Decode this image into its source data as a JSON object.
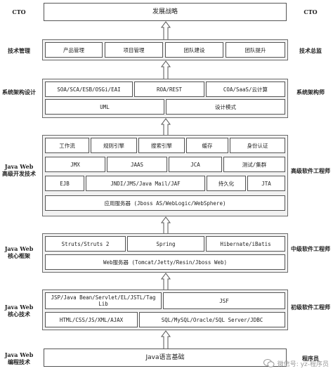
{
  "labels_left": {
    "cto": "CTO",
    "tech_mgmt": "技术管理",
    "sys_arch": "系统架构设计",
    "java_adv": "Java Web 高级开发技术",
    "java_core_fw": "Java Web 核心框架",
    "java_core_tech": "Java Web 核心技术",
    "java_prog": "Java Web 编程技术"
  },
  "labels_right": {
    "cto": "CTO",
    "tech_director": "技术总监",
    "architect": "系统架构师",
    "senior_eng": "高级软件工程师",
    "mid_eng": "中级软件工程师",
    "junior_eng": "初级软件工程师",
    "programmer": "程序员"
  },
  "levels": {
    "strategy": "发展战略",
    "management": [
      "产品管理",
      "项目管理",
      "团队建设",
      "团队提升"
    ],
    "architecture_row1": [
      "SOA/SCA/ESB/OSGi/EAI",
      "ROA/REST",
      "COA/SaaS/云计算"
    ],
    "architecture_row2": [
      "UML",
      "设计模式"
    ],
    "advanced_row1": [
      "工作流",
      "规则引擎",
      "搜索引擎",
      "缓存",
      "身份认证"
    ],
    "advanced_row2": [
      "JMX",
      "JAAS",
      "JCA",
      "测试/集群"
    ],
    "advanced_row3": [
      "EJB",
      "JNDI/JMS/Java Mail/JAF",
      "持久化",
      "JTA"
    ],
    "advanced_row4": "应用服务器 (Jboss AS/WebLogic/WebSphere)",
    "framework_row1": [
      "Struts/Struts 2",
      "Spring",
      "Hibernate/iBatis"
    ],
    "framework_row2": "Web服务器 (Tomcat/Jetty/Resin/Jboss Web)",
    "core_row1": [
      "JSP/Java Bean/Servlet/EL/JSTL/Tag Lib",
      "JSF"
    ],
    "core_row2": [
      "HTML/CSS/JS/XML/AJAX",
      "SQL/MySQL/Oracle/SQL Server/JDBC"
    ],
    "foundation": "Java语言基础"
  },
  "watermark": "微信号: yz-程序员"
}
